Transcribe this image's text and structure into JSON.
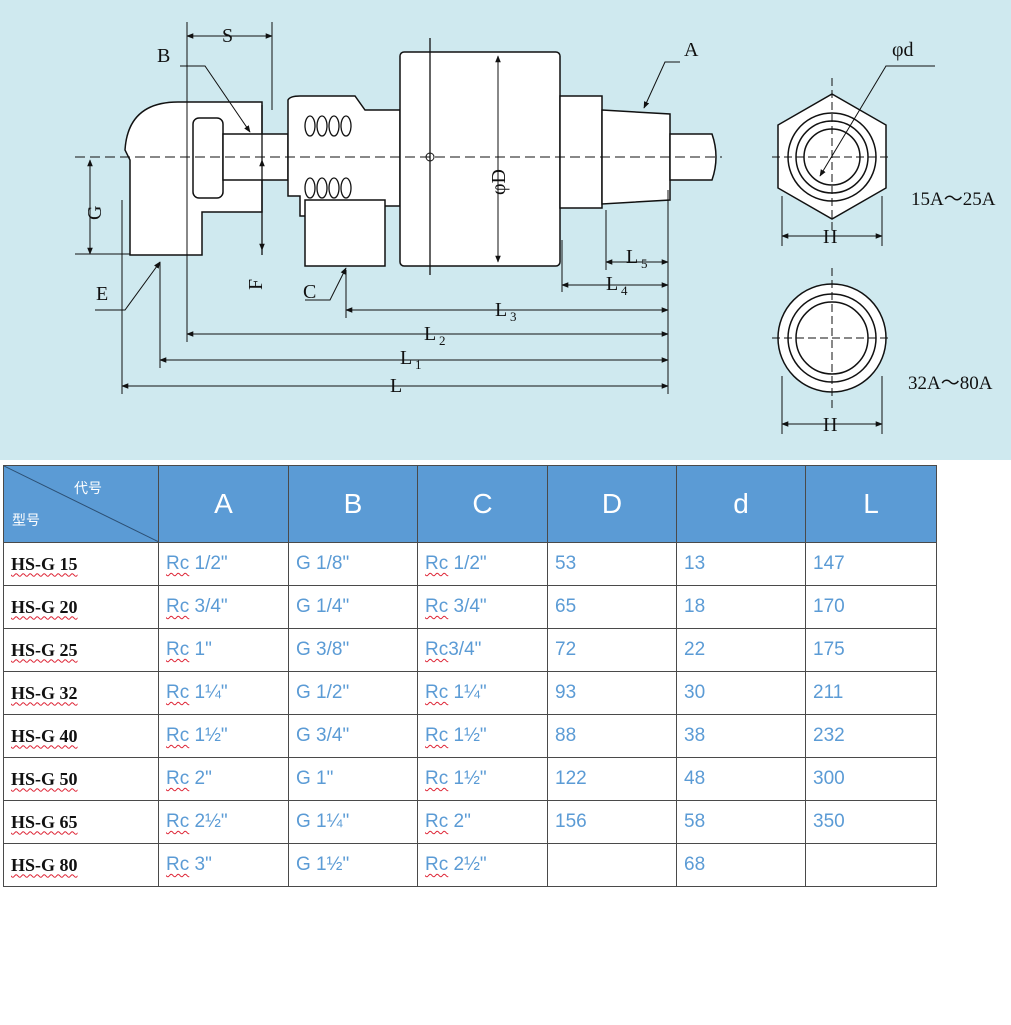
{
  "drawing": {
    "labels": {
      "S": "S",
      "B": "B",
      "A": "A",
      "phi_d": "φd",
      "phi_D": "φD",
      "G": "G",
      "E": "E",
      "F": "F",
      "C": "C",
      "L": "L",
      "L1": "L",
      "L1_sub": "1",
      "L2": "L",
      "L2_sub": "2",
      "L3": "L",
      "L3_sub": "3",
      "L4": "L",
      "L4_sub": "4",
      "L5": "L",
      "L5_sub": "5",
      "H_top": "H",
      "H_bottom": "H"
    },
    "range_small": "15A～25A",
    "range_large": "32A～80A"
  },
  "table": {
    "corner_top": "代号",
    "corner_bottom": "型号",
    "headers": [
      "A",
      "B",
      "C",
      "D",
      "d",
      "L"
    ],
    "rows": [
      {
        "model": "HS-G 15",
        "A": "Rc 1/2\"",
        "B": "G 1/8\"",
        "C": "Rc 1/2\"",
        "D": "53",
        "d": "13",
        "L": "147"
      },
      {
        "model": "HS-G 20",
        "A": "Rc 3/4\"",
        "B": "G 1/4\"",
        "C": "Rc 3/4\"",
        "D": "65",
        "d": "18",
        "L": "170"
      },
      {
        "model": "HS-G 25",
        "A": "Rc 1\"",
        "B": "G 3/8\"",
        "C": "Rc3/4\"",
        "D": "72",
        "d": "22",
        "L": "175"
      },
      {
        "model": "HS-G 32",
        "A": "Rc 1¼\"",
        "B": "G 1/2\"",
        "C": "Rc 1¼\"",
        "D": "93",
        "d": "30",
        "L": "211"
      },
      {
        "model": "HS-G 40",
        "A": "Rc 1½\"",
        "B": "G 3/4\"",
        "C": "Rc 1½\"",
        "D": "88",
        "d": "38",
        "L": "232"
      },
      {
        "model": "HS-G 50",
        "A": "Rc 2\"",
        "B": "G 1\"",
        "C": "Rc 1½\"",
        "D": "122",
        "d": "48",
        "L": "300"
      },
      {
        "model": "HS-G 65",
        "A": "Rc 2½\"",
        "B": "G 1¼\"",
        "C": "Rc 2\"",
        "D": "156",
        "d": "58",
        "L": "350"
      },
      {
        "model": "HS-G 80",
        "A": "Rc 3\"",
        "B": "G 1½\"",
        "C": "Rc 2½\"",
        "D": "",
        "d": "68",
        "L": ""
      }
    ]
  }
}
